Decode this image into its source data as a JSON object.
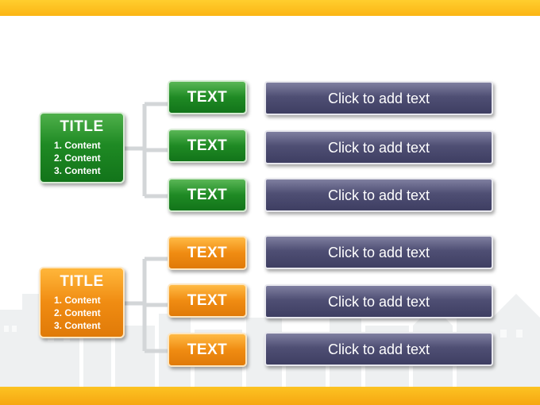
{
  "groups": [
    {
      "color": "green",
      "title": "TITLE",
      "contents": [
        "1. Content",
        "2. Content",
        "3. Content"
      ],
      "rows": [
        {
          "label": "TEXT",
          "placeholder": "Click to add text"
        },
        {
          "label": "TEXT",
          "placeholder": "Click to add text"
        },
        {
          "label": "TEXT",
          "placeholder": "Click to add text"
        }
      ]
    },
    {
      "color": "orange",
      "title": "TITLE",
      "contents": [
        "1. Content",
        "2. Content",
        "3. Content"
      ],
      "rows": [
        {
          "label": "TEXT",
          "placeholder": "Click to add text"
        },
        {
          "label": "TEXT",
          "placeholder": "Click to add text"
        },
        {
          "label": "TEXT",
          "placeholder": "Click to add text"
        }
      ]
    }
  ],
  "colors": {
    "green": "#1f8a24",
    "orange": "#f08c12",
    "slate": "#4f4f74",
    "band": "#fbb514"
  }
}
